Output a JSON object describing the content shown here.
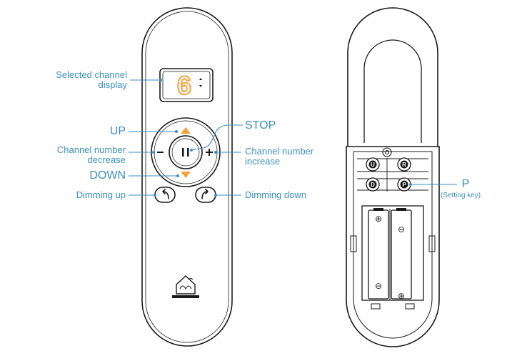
{
  "display": {
    "digit": "6"
  },
  "labels": {
    "selected_channel_line1": "Selected channel",
    "selected_channel_line2": "display",
    "up": "UP",
    "stop": "STOP",
    "channel_decrease_line1": "Channel number",
    "channel_decrease_line2": "decrease",
    "channel_increase_line1": "Channel number",
    "channel_increase_line2": "increase",
    "down": "DOWN",
    "dimming_up": "Dimming up",
    "dimming_down": "Dimming down",
    "p": "P",
    "setting_key": "(Setting key)"
  },
  "back_buttons": {
    "u": "U",
    "r": "R",
    "d": "D",
    "p": "P"
  },
  "battery_marks": {
    "plus": "⊕",
    "minus": "⊖"
  },
  "colors": {
    "label": "#3b8fc3",
    "outline": "#1a1a1a",
    "display_digit": "#f5a23a",
    "arrow": "#f5a23a"
  }
}
